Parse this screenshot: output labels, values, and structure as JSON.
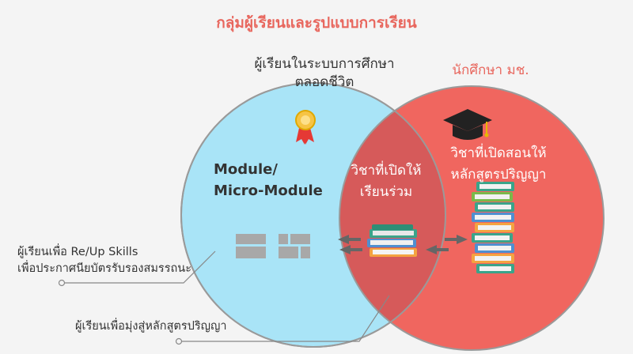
{
  "title": "กลุ่มผู้เรียนและรูปแบบการเรียน",
  "left_circle": {
    "caption_line1": "ผู้เรียนในระบบการศึกษา",
    "caption_line2": "ตลอดชีวิต",
    "module_line1": "Module/",
    "module_line2": "Micro-Module",
    "icon": "award-ribbon-icon",
    "color": "#a9e4f7"
  },
  "right_circle": {
    "caption": "นักศึกษา มช.",
    "program_line1": "วิชาที่เปิดสอนให้",
    "program_line2": "หลักสูตรปริญญา",
    "icon": "graduation-cap-icon",
    "color": "#f0665f"
  },
  "overlap": {
    "line1": "วิชาที่เปิดให้",
    "line2": "เรียนร่วม",
    "color": "#d65a5a"
  },
  "notes": {
    "reskill_line1": "ผู้เรียนเพื่อ Re/Up Skills",
    "reskill_line2": "เพื่อประกาศนียบัตรรับรองสมรรถนะ",
    "degree_path": "ผู้เรียนเพื่อมุ่งสู่หลักสูตรปริญญา"
  }
}
